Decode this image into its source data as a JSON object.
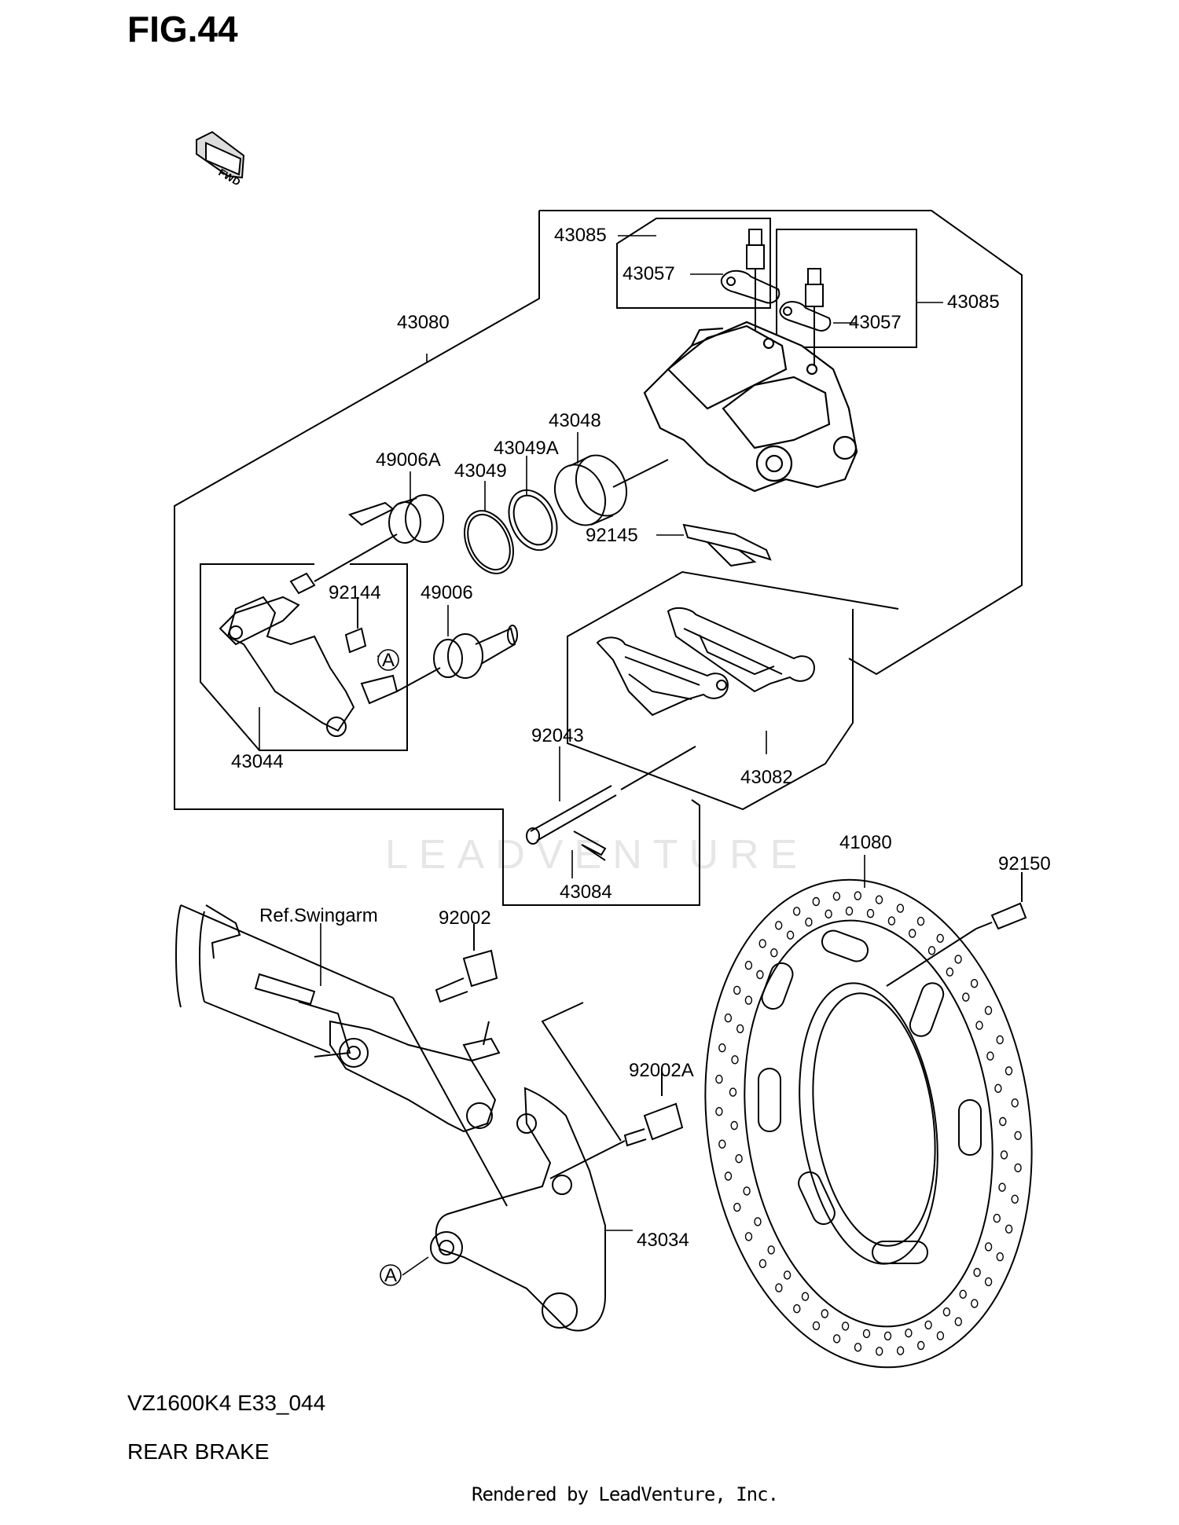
{
  "figure": {
    "title": "FIG.44"
  },
  "fwd_badge": {
    "text": "FWD",
    "icon": "fwd-arrow-icon"
  },
  "parts": {
    "p43085_a": "43085",
    "p43057_a": "43057",
    "p43085_b": "43085",
    "p43057_b": "43057",
    "p43080": "43080",
    "p43048": "43048",
    "p43049A": "43049A",
    "p43049": "43049",
    "p49006A": "49006A",
    "p92145": "92145",
    "p92144": "92144",
    "p49006": "49006",
    "p43044": "43044",
    "p92043": "92043",
    "p43082": "43082",
    "p43084": "43084",
    "p41080": "41080",
    "p92150": "92150",
    "ref_swingarm": "Ref.Swingarm",
    "p92002": "92002",
    "p92002A": "92002A",
    "p43034": "43034",
    "callout_a1": "A",
    "callout_a2": "A"
  },
  "footer": {
    "model_code": "VZ1600K4 E33_044",
    "section_title": "REAR BRAKE",
    "credit": "Rendered by LeadVenture, Inc."
  },
  "watermark": {
    "text": "LEADVENTURE"
  }
}
